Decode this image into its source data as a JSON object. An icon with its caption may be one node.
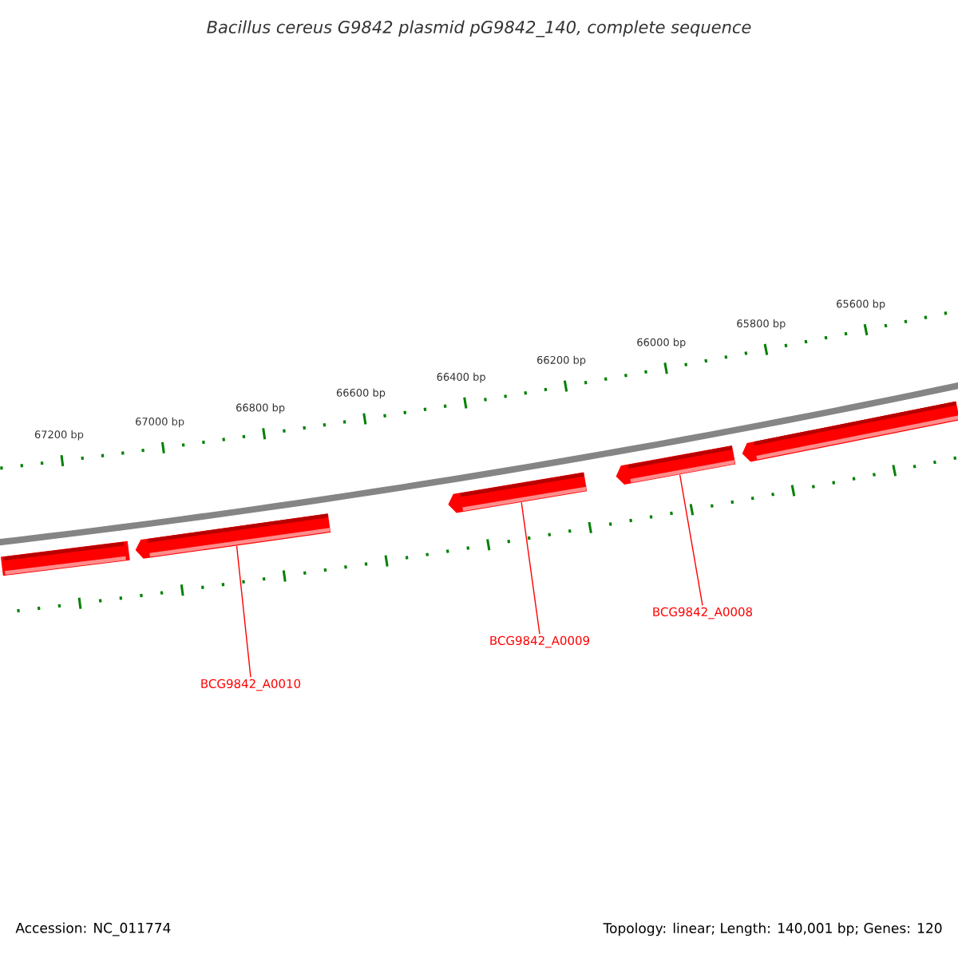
{
  "diagram": {
    "title": "Bacillus cereus G9842 plasmid pG9842_140, complete sequence",
    "nodes": [
      {
        "text": [],
        "shape": "arrow"
      },
      {
        "text": [],
        "shape": "arrow"
      },
      {
        "text": [],
        "shape": "arrow"
      },
      {
        "text": [],
        "shape": "arrow"
      },
      {
        "text": [],
        "shape": "arrow"
      },
      {
        "text": [
          "BCG9842_A0010"
        ]
      },
      {
        "text": [
          "BCG9842_A0009"
        ]
      },
      {
        "text": [
          "BCG9842_A0008"
        ]
      }
    ],
    "edges": [
      {
        "from": 5,
        "to": 1,
        "arrow": "none"
      },
      {
        "from": 6,
        "to": 2,
        "arrow": "none"
      },
      {
        "from": 7,
        "to": 3,
        "arrow": "none"
      }
    ],
    "labels": [
      "67200 bp",
      "67000 bp",
      "66800 bp",
      "66600 bp",
      "66400 bp",
      "66200 bp",
      "66000 bp",
      "65800 bp",
      "65600 bp",
      "Accession: NC_011774",
      "Topology: linear; Length: 140,001 bp; Genes: 120"
    ]
  }
}
